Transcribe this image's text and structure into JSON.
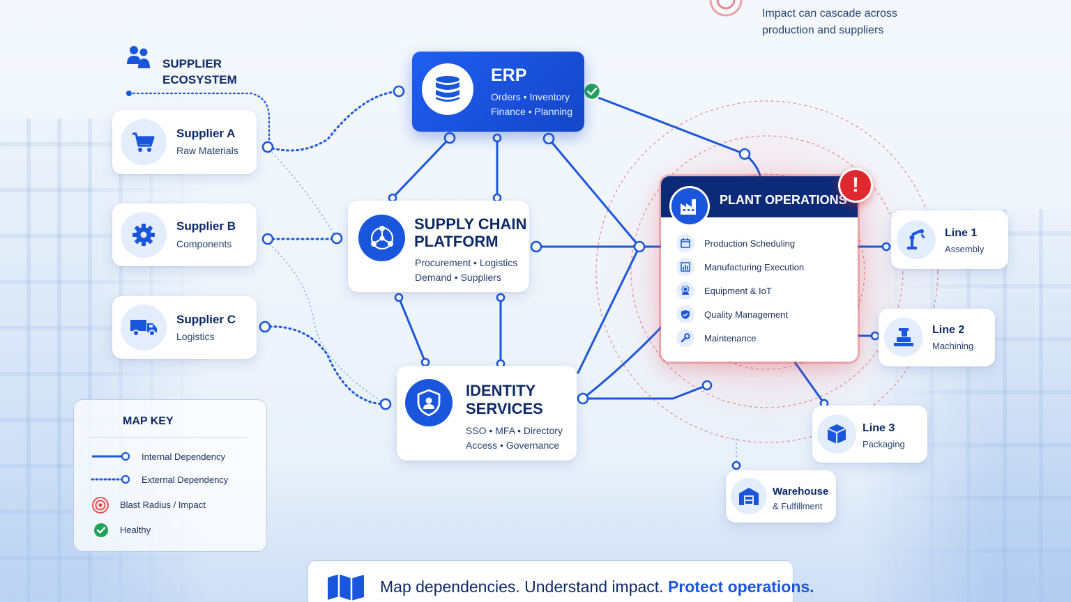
{
  "impact_note": {
    "line1": "Impact can cascade across",
    "line2": "production and suppliers"
  },
  "supplier_ecosystem": {
    "line1": "SUPPLIER",
    "line2": "ECOSYSTEM"
  },
  "suppliers": [
    {
      "name": "Supplier A",
      "role": "Raw Materials",
      "icon": "shopping-cart-icon"
    },
    {
      "name": "Supplier B",
      "role": "Components",
      "icon": "gear-icon"
    },
    {
      "name": "Supplier C",
      "role": "Logistics",
      "icon": "truck-icon"
    }
  ],
  "erp": {
    "title": "ERP",
    "line1": "Orders • Inventory",
    "line2": "Finance • Planning",
    "icon": "database-icon",
    "status": "healthy"
  },
  "supply_chain": {
    "title1": "SUPPLY CHAIN",
    "title2": "PLATFORM",
    "line1": "Procurement • Logistics",
    "line2": "Demand • Suppliers",
    "icon": "network-icon"
  },
  "identity": {
    "title1": "IDENTITY",
    "title2": "SERVICES",
    "line1": "SSO • MFA • Directory",
    "line2": "Access • Governance",
    "icon": "shield-user-icon"
  },
  "plant": {
    "title": "PLANT OPERATIONS",
    "icon": "factory-icon",
    "alert": "!",
    "items": [
      {
        "label": "Production Scheduling",
        "icon": "calendar-icon"
      },
      {
        "label": "Manufacturing Execution",
        "icon": "bar-chart-icon"
      },
      {
        "label": "Equipment & IoT",
        "icon": "iot-icon"
      },
      {
        "label": "Quality Management",
        "icon": "shield-check-icon"
      },
      {
        "label": "Maintenance",
        "icon": "wrench-icon"
      }
    ]
  },
  "lines": [
    {
      "name": "Line 1",
      "role": "Assembly",
      "icon": "robot-arm-icon"
    },
    {
      "name": "Line 2",
      "role": "Machining",
      "icon": "machine-icon"
    },
    {
      "name": "Line 3",
      "role": "Packaging",
      "icon": "package-icon"
    },
    {
      "name": "Warehouse",
      "role": "& Fulfillment",
      "icon": "warehouse-icon"
    }
  ],
  "legend": {
    "title": "MAP KEY",
    "items": [
      "Internal Dependency",
      "External Dependency",
      "Blast Radius / Impact",
      "Healthy"
    ]
  },
  "banner": {
    "part1": "Map dependencies. Understand impact. ",
    "part2": "Protect operations.",
    "icon": "map-icon"
  },
  "colors": {
    "primary": "#1a56db",
    "navy": "#0d2a78",
    "impact": "#e0454f",
    "healthy": "#1fa35a"
  }
}
